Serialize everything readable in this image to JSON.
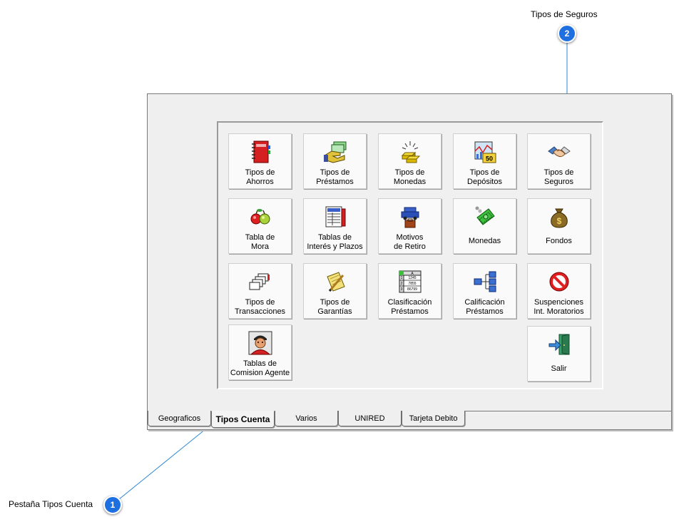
{
  "callouts": [
    {
      "number": "1",
      "text": "Pestaña Tipos Cuenta"
    },
    {
      "number": "2",
      "text": "Tipos de Seguros"
    }
  ],
  "buttons": [
    {
      "label": "Tipos de\nAhorros",
      "icon": "notebook-icon"
    },
    {
      "label": "Tipos de\nPréstamos",
      "icon": "money-hand-icon"
    },
    {
      "label": "Tipos de\nMonedas",
      "icon": "gold-bars-icon"
    },
    {
      "label": "Tipos de\nDepósitos",
      "icon": "deposit-chart-icon"
    },
    {
      "label": "Tipos de\nSeguros",
      "icon": "handshake-icon"
    },
    {
      "label": "Tabla de\nMora",
      "icon": "fruit-icon"
    },
    {
      "label": "Tablas de\nInterés y Plazos",
      "icon": "table-sheet-icon"
    },
    {
      "label": "Motivos\nde Retiro",
      "icon": "car-briefcase-icon"
    },
    {
      "label": "Monedas",
      "icon": "banknote-icon"
    },
    {
      "label": "Fondos",
      "icon": "money-bag-icon"
    },
    {
      "label": "Tipos de\nTransacciones",
      "icon": "stacked-cards-icon"
    },
    {
      "label": "Tipos de\nGarantías",
      "icon": "note-pencil-icon"
    },
    {
      "label": "Clasificación\nPréstamos",
      "icon": "spreadsheet-icon"
    },
    {
      "label": "Calificación\nPréstamos",
      "icon": "org-chart-icon"
    },
    {
      "label": "Suspenciones\nInt. Moratorios",
      "icon": "no-entry-icon"
    },
    {
      "label": "Tablas de\nComision Agente",
      "icon": "agent-portrait-icon"
    },
    {
      "label": "Salir",
      "icon": "exit-door-icon"
    }
  ],
  "spreadsheet_values": [
    "A",
    "1",
    "1245",
    "2",
    "7855",
    "3",
    "86799"
  ],
  "deposit_badge": "50",
  "tabs": [
    "Geograficos",
    "Tipos Cuenta",
    "Varios",
    "UNIRED",
    "Tarjeta Debito"
  ],
  "active_tab": "Tipos Cuenta",
  "colors": {
    "badge": "#1e6fe0",
    "leader": "#2b86d6"
  }
}
